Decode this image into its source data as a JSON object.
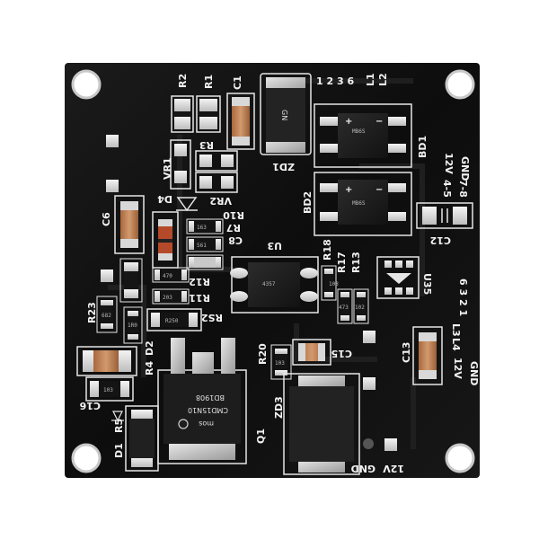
{
  "board": {
    "labels": {
      "r2": "R2",
      "r1": "R1",
      "c1": "C1",
      "pins_top": "1 2 3 6",
      "l1": "L1",
      "l2": "L2",
      "r3": "R3",
      "vr1": "VR1",
      "vr2": "VR2",
      "zd1": "ZD1",
      "bd1": "BD1",
      "bd2": "BD2",
      "d4": "D4",
      "c6": "C6",
      "r10": "R10",
      "r7": "R7",
      "c8": "C8",
      "u3": "U3",
      "r18": "R18",
      "r17": "R17",
      "r13": "R13",
      "u35": "U35",
      "r12": "R12",
      "r11": "R11",
      "rs2": "RS2",
      "r23": "R23",
      "r4": "R4",
      "d2": "D2",
      "c16": "C16",
      "r5": "R5",
      "d1": "D1",
      "q1": "Q1",
      "zd3": "ZD3",
      "r20": "R20",
      "c15": "C15",
      "c13": "C13",
      "c12": "C12",
      "right_12v": "12V",
      "right_gnd": "GND",
      "right_45": "4-5",
      "right_78": "7-8",
      "right_pins": "6 3 2 1",
      "right_l3": "L3",
      "right_l4": "L4",
      "right_12v_b": "12V",
      "right_gnd_b": "GND",
      "bottom_12v": "12V",
      "bottom_gnd": "GND"
    },
    "markings": {
      "bd1_chip": "MB6S",
      "bd2_chip": "MB6S",
      "u3_chip": "4357",
      "q1_brand": "mos",
      "q1_part": "CMD15N10",
      "q1_code": "BD1908",
      "zd1_chip": "GN",
      "res_1": "163",
      "res_2": "470",
      "res_3": "203",
      "res_4": "R250",
      "res_5": "103",
      "res_6": "103",
      "res_7": "682",
      "res_8": "1R0",
      "res_9": "473",
      "res_10": "102",
      "res_11": "561",
      "res_12": "103"
    }
  }
}
